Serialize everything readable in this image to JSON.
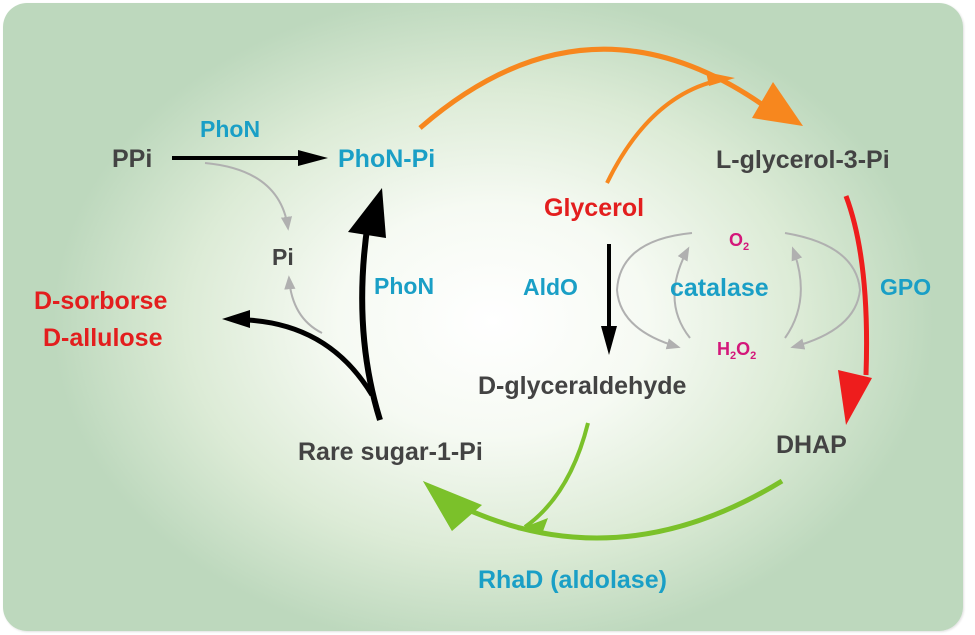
{
  "colors": {
    "enzyme": "#1a9fc6",
    "compound": "#434343",
    "highlight": "#e31e1e",
    "oxygen_species": "#d4177a",
    "orange_arrow": "#f7871e",
    "red_arrow": "#ee1d1d",
    "green_arrow": "#7bc12a",
    "black_arrow": "#000000",
    "gray_arrow": "#b0b0b0"
  },
  "nodes": {
    "ppi": "PPi",
    "phon_pi": "PhoN-Pi",
    "l_glycerol_3_pi": "L-glycerol-3-Pi",
    "glycerol": "Glycerol",
    "pi": "Pi",
    "d_sorborse": "D-sorborse",
    "d_allulose": "D-allulose",
    "d_glyceraldehyde": "D-glyceraldehyde",
    "dhap": "DHAP",
    "rare_sugar_1_pi": "Rare sugar-1-Pi",
    "o2": {
      "base": "O",
      "sub": "2"
    },
    "h2o2": {
      "h": "H",
      "sub1": "2",
      "o": "O",
      "sub2": "2"
    }
  },
  "enzymes": {
    "phon_top": "PhoN",
    "phon_left": "PhoN",
    "aldo": "AldO",
    "catalase": "catalase",
    "gpo": "GPO",
    "rhad": "RhaD (aldolase)"
  }
}
